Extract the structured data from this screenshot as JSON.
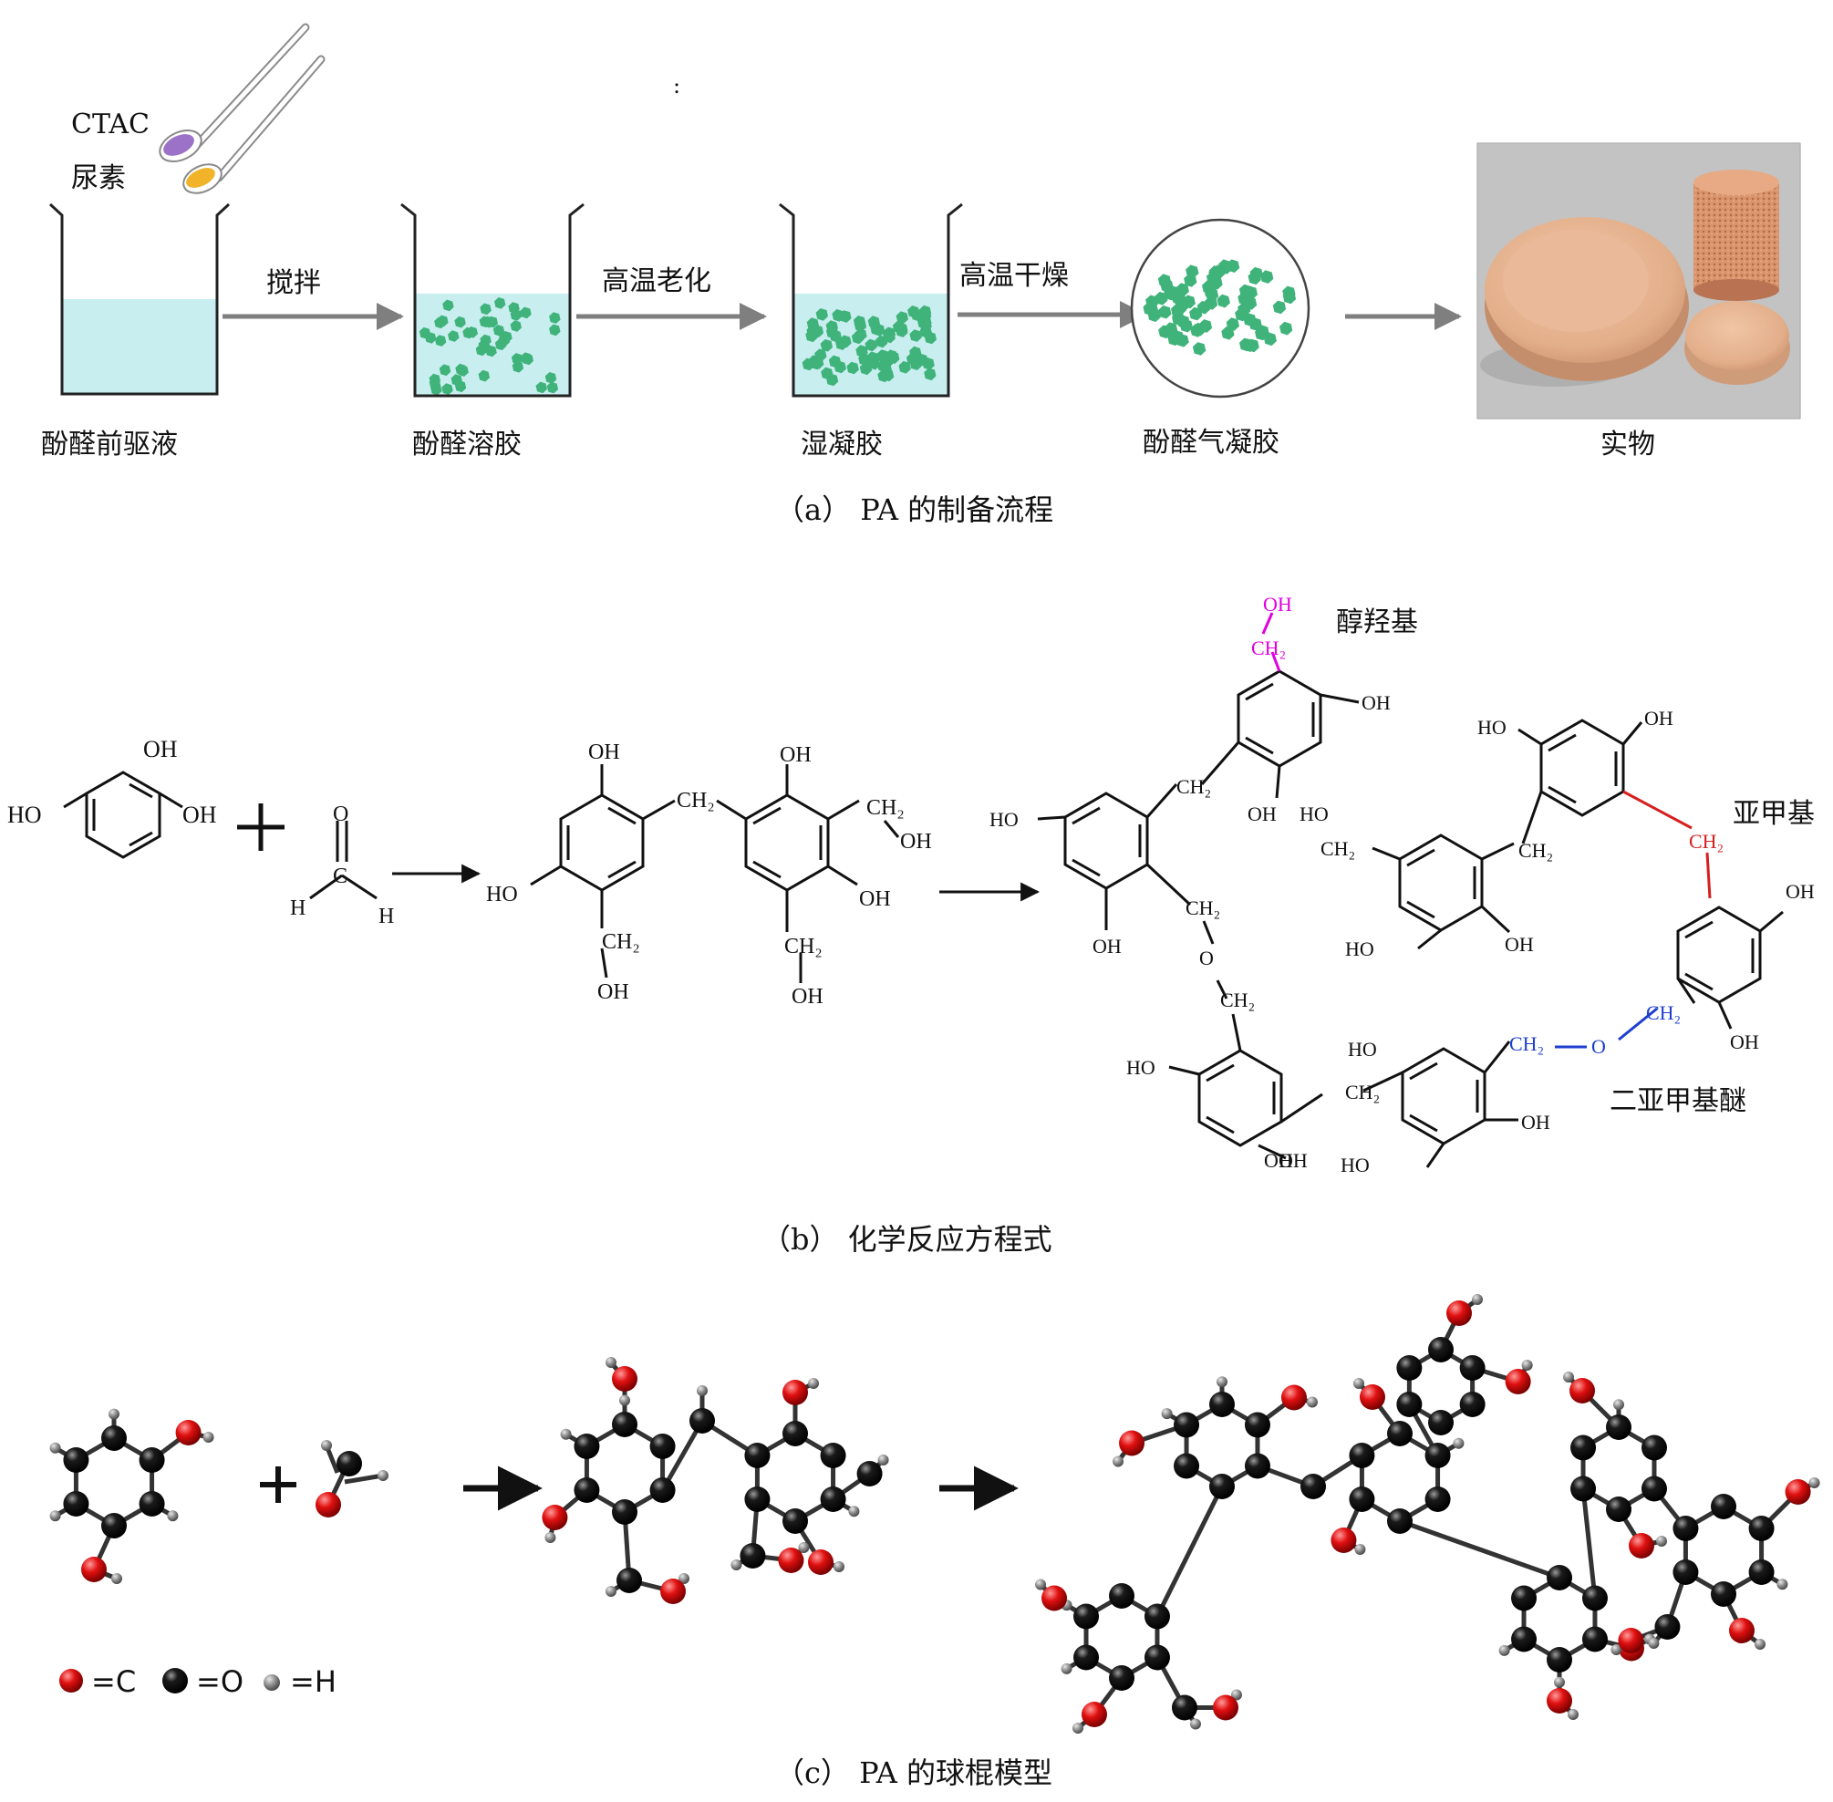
{
  "panel_a": {
    "stray_mark": ":",
    "spoon_labels": [
      "CTAC",
      "尿素"
    ],
    "arrows": [
      "搅拌",
      "高温老化",
      "高温干燥"
    ],
    "stages": [
      "酚醛前驱液",
      "酚醛溶胶",
      "湿凝胶",
      "酚醛气凝胶",
      "实物"
    ],
    "caption": "（a） PA 的制备流程",
    "colors": {
      "liquid": "#c8eef0",
      "particle": "#3fb37a",
      "arrow": "#7f7f7f",
      "aerogel": "#e6b595"
    }
  },
  "panel_b": {
    "resorcinol": {
      "top_oh": "OH",
      "left_ho": "HO",
      "right_oh": "OH"
    },
    "formaldehyde": {
      "o": "O",
      "c": "C",
      "h1": "H",
      "h2": "H"
    },
    "dimer": {
      "oh_top_left": "OH",
      "ch2_bridge": "CH₂",
      "oh_top_right": "OH",
      "ch2_right": "CH₂",
      "oh_right": "OH",
      "ho_left": "HO",
      "oh_mid_right": "OH",
      "ch2_bottom_left": "CH₂",
      "oh_bottom_left": "OH",
      "ch2_bottom_right": "CH₂",
      "oh_bottom_right": "OH"
    },
    "network_atoms": [
      "OH",
      "CH₂",
      "OH",
      "CH₂",
      "HO",
      "OH",
      "OH",
      "CH₂",
      "O",
      "CH₂",
      "HO",
      "OH",
      "HO",
      "CH₂",
      "HO",
      "OH",
      "HO",
      "OH",
      "CH₂",
      "CH₂",
      "HO",
      "OH",
      "CH₂",
      "CH₂",
      "O",
      "CH₂",
      "OH",
      "OH",
      "HO",
      "OH"
    ],
    "annotations": [
      "醇羟基",
      "亚甲基",
      "二亚甲基醚"
    ],
    "caption": "（b） 化学反应方程式",
    "colors": {
      "hydroxyl": "#e000e0",
      "methylene": "#d62020",
      "ether": "#1f3fcf"
    }
  },
  "panel_c": {
    "legend": [
      "=C",
      "=O",
      "=H"
    ],
    "caption": "（c） PA 的球棍模型",
    "colors": {
      "red_atom": "#e01010",
      "black_atom": "#111111",
      "h_atom": "#8a8a8a"
    }
  }
}
